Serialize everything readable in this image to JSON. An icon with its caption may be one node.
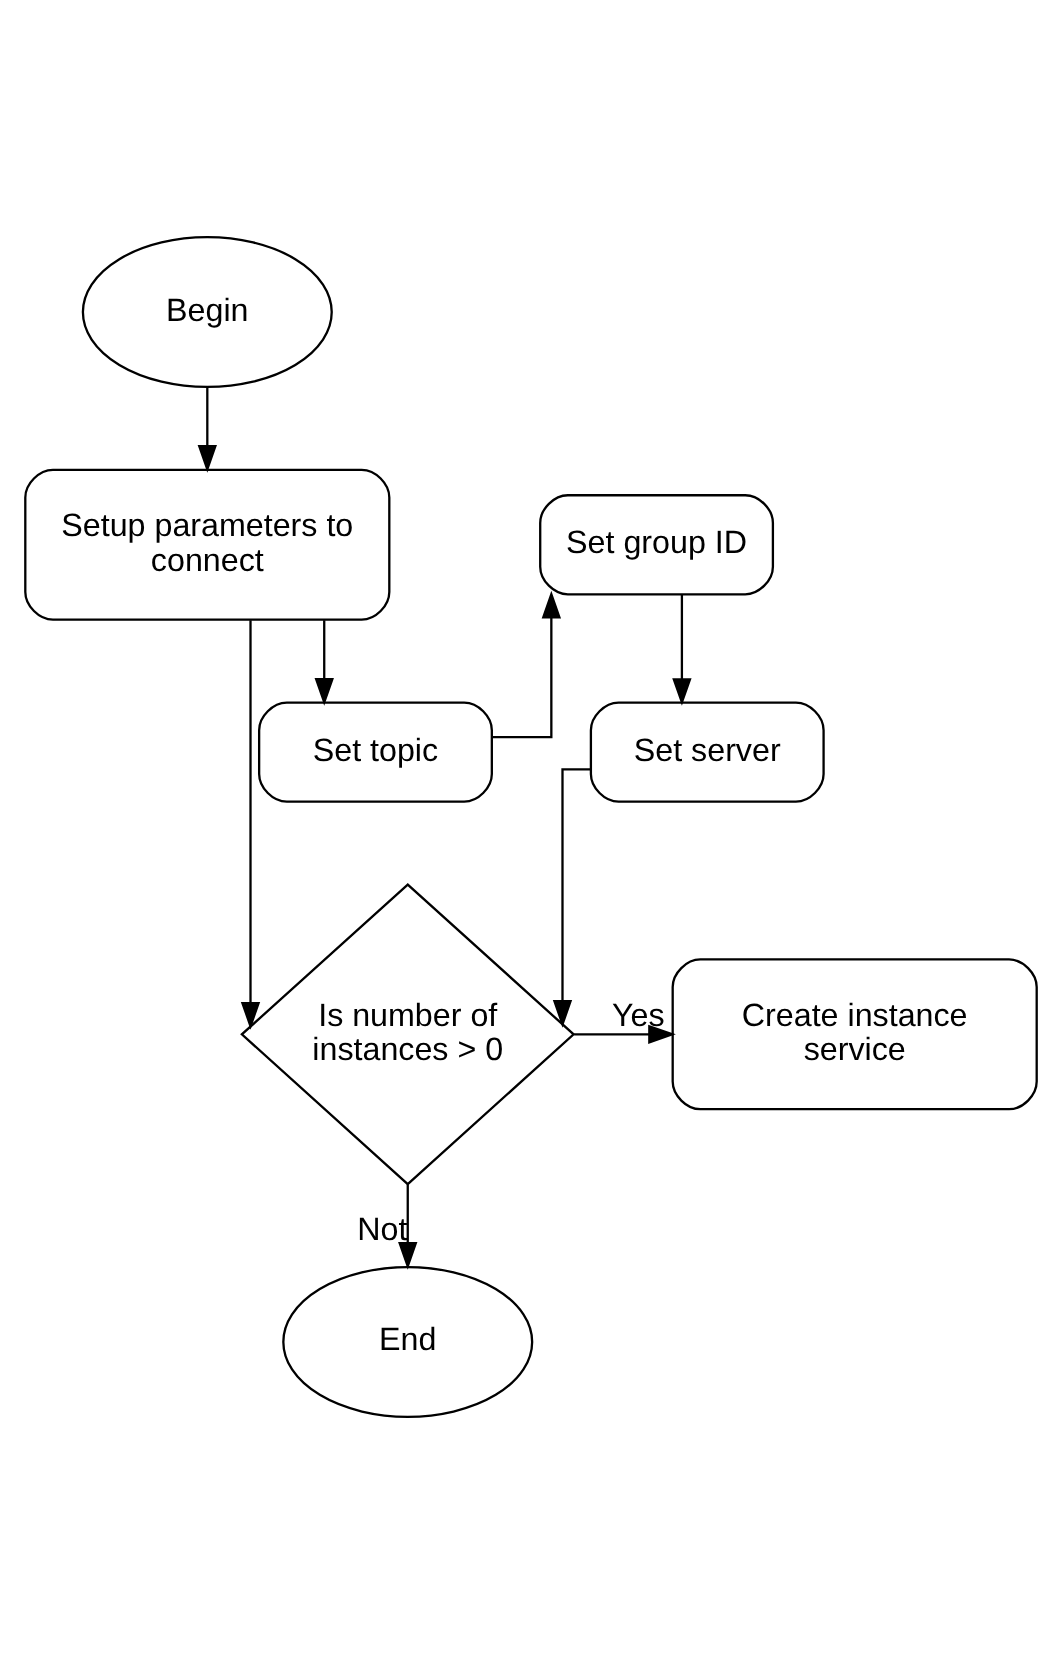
{
  "diagram": {
    "nodes": [
      {
        "text": [
          "Begin"
        ]
      },
      {
        "text": [
          "Setup parameters to connect"
        ]
      },
      {
        "text": [
          "Set topic"
        ]
      },
      {
        "text": [
          "Set group ID"
        ]
      },
      {
        "text": [
          "Set server"
        ]
      },
      {
        "text": [
          "Is number of instances > 0"
        ]
      },
      {
        "text": [
          "Create instance service"
        ]
      },
      {
        "text": [
          "End"
        ]
      }
    ],
    "edges": [
      {
        "from": 0,
        "to": 1,
        "arrow": "to"
      },
      {
        "from": 1,
        "to": 2,
        "arrow": "to"
      },
      {
        "from": 2,
        "to": 3,
        "arrow": "to"
      },
      {
        "from": 3,
        "to": 4,
        "arrow": "to"
      },
      {
        "from": 1,
        "to": 5,
        "arrow": "to"
      },
      {
        "from": 4,
        "to": 5,
        "arrow": "to"
      },
      {
        "from": 5,
        "to": 6,
        "arrow": "to",
        "label": "Yes"
      },
      {
        "from": 5,
        "to": 7,
        "arrow": "to",
        "label": "Not"
      }
    ]
  }
}
